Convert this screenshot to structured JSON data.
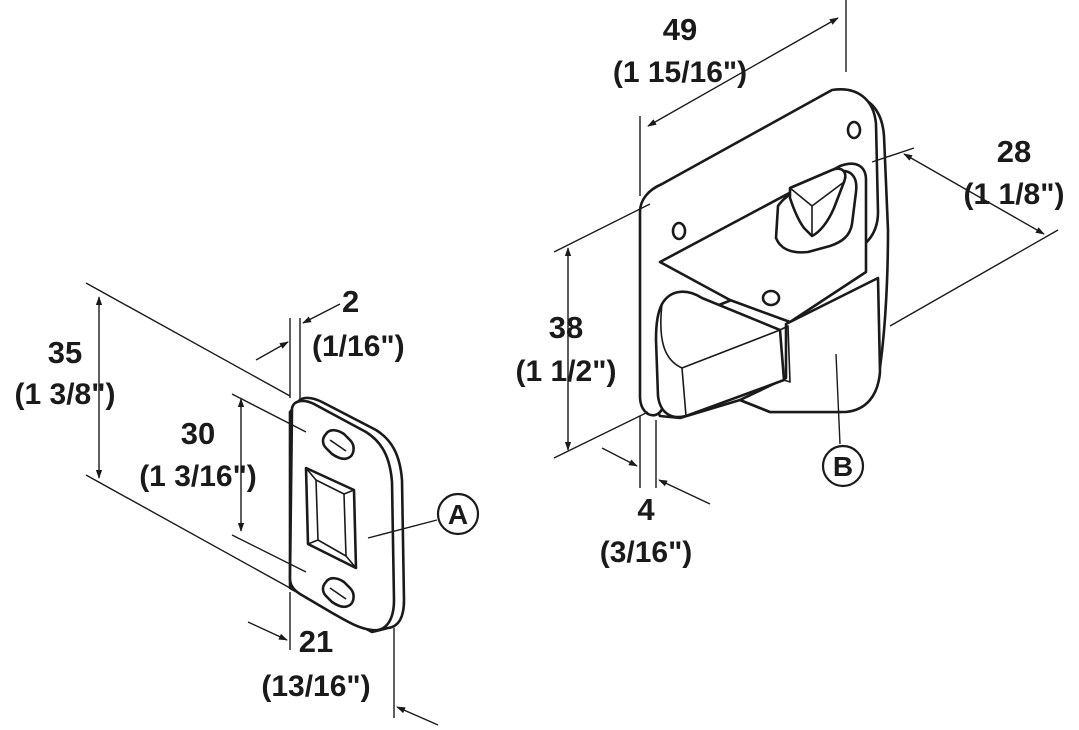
{
  "dimensions": {
    "plate_height": {
      "value": "35",
      "fraction": "(1 3/8\")"
    },
    "plate_thickness": {
      "value": "2",
      "fraction": "(1/16\")"
    },
    "slot_height": {
      "value": "30",
      "fraction": "(1 3/16\")"
    },
    "plate_width": {
      "value": "21",
      "fraction": "(13/16\")"
    },
    "latch_width": {
      "value": "49",
      "fraction": "(1 15/16\")"
    },
    "latch_depth": {
      "value": "28",
      "fraction": "(1 1/8\")"
    },
    "latch_height": {
      "value": "38",
      "fraction": "(1 1/2\")"
    },
    "flange_thickness": {
      "value": "4",
      "fraction": "(3/16\")"
    }
  },
  "callouts": {
    "strike_plate": "A",
    "latch_body": "B"
  }
}
